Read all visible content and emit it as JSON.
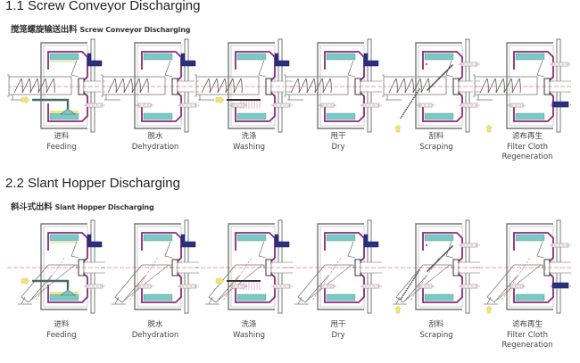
{
  "sections": [
    {
      "title": "1.1 Screw Conveyor Discharging",
      "subtitle_cn": "搅笼螺旋输送出料",
      "subtitle_en": "Screw Conveyor Discharging",
      "discharge_type": "screw",
      "stages": [
        {
          "cn": "进料",
          "en": "Feeding",
          "en2": "",
          "state": "feeding"
        },
        {
          "cn": "脱水",
          "en": "Dehydration",
          "en2": "",
          "state": "dehydration"
        },
        {
          "cn": "洗涤",
          "en": "Washing",
          "en2": "",
          "state": "washing"
        },
        {
          "cn": "甩干",
          "en": "Dry",
          "en2": "",
          "state": "dry"
        },
        {
          "cn": "刮料",
          "en": "Scraping",
          "en2": "",
          "state": "scraping"
        },
        {
          "cn": "滤布再生",
          "en": "Filter Cloth",
          "en2": "Regeneration",
          "state": "regeneration"
        }
      ]
    },
    {
      "title": "2.2 Slant Hopper Discharging",
      "subtitle_cn": "斜斗式出料",
      "subtitle_en": "Slant Hopper Discharging",
      "discharge_type": "hopper",
      "stages": [
        {
          "cn": "进料",
          "en": "Feeding",
          "en2": "",
          "state": "feeding"
        },
        {
          "cn": "脱水",
          "en": "Dehydration",
          "en2": "",
          "state": "dehydration"
        },
        {
          "cn": "洗涤",
          "en": "Washing",
          "en2": "",
          "state": "washing"
        },
        {
          "cn": "甩干",
          "en": "Dry",
          "en2": "",
          "state": "dry"
        },
        {
          "cn": "刮料",
          "en": "Scraping",
          "en2": "",
          "state": "scraping"
        },
        {
          "cn": "滤布再生",
          "en": "Filter Cloth",
          "en2": "Regeneration",
          "state": "regeneration"
        }
      ]
    }
  ],
  "colors": {
    "basket": "#8b2a7a",
    "cake": "#7cc9c4",
    "frame": "#777777",
    "pipe": "#2a2f80",
    "centerline": "#d94040",
    "arrow": "#f2e27a",
    "feed_pipe": "#4a6a6a"
  }
}
